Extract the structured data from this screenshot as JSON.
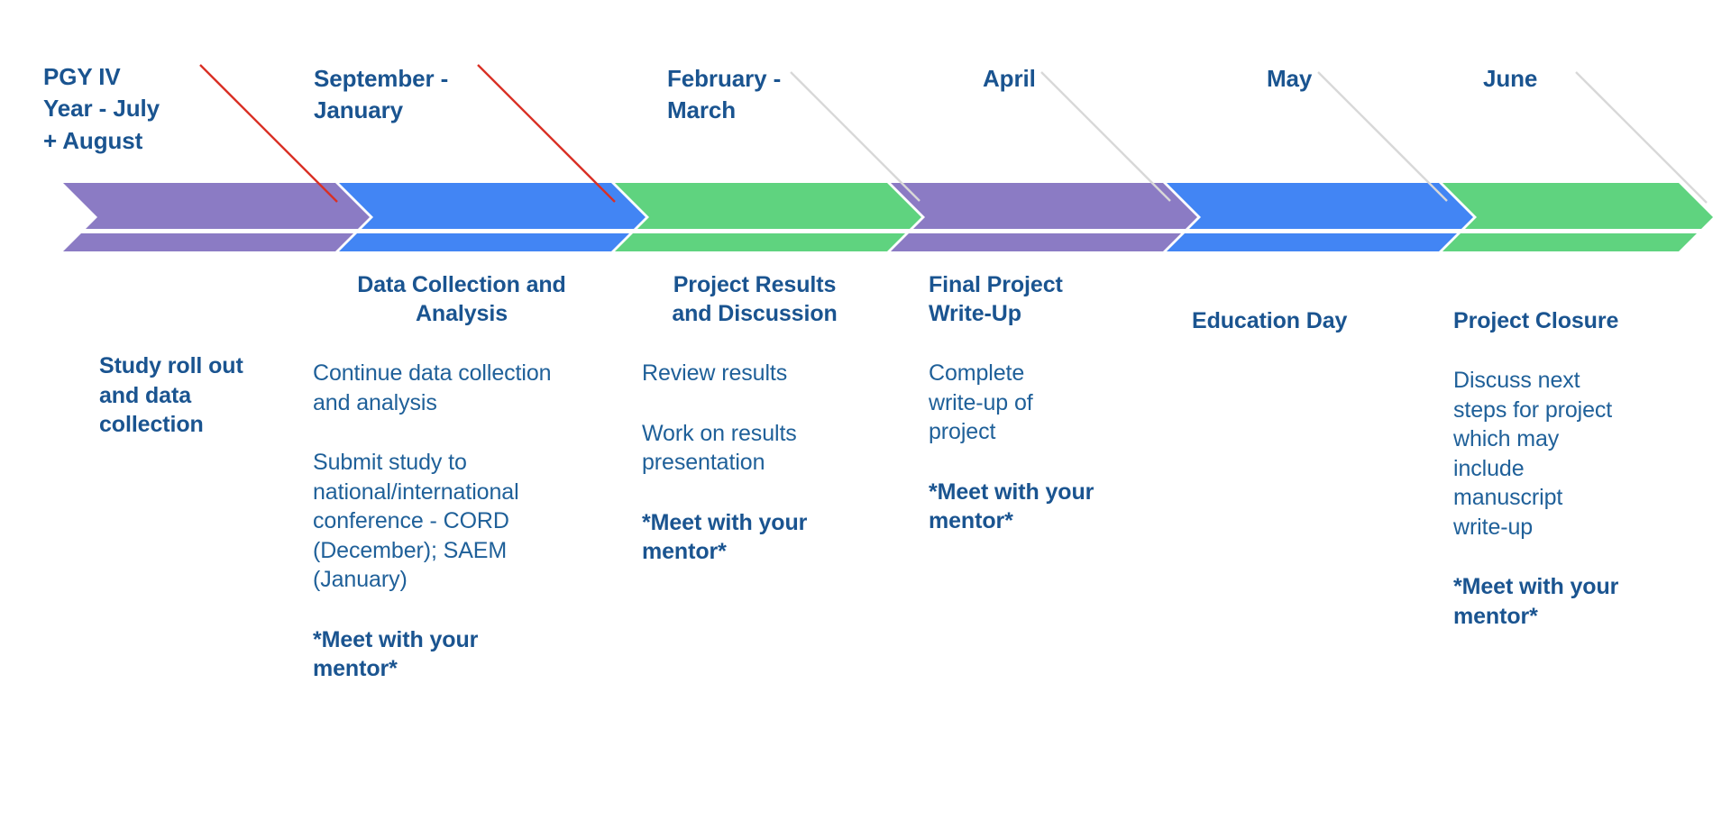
{
  "title": "PGY IV Research Timeline",
  "palette": {
    "purple": "#8b7bc4",
    "blue": "#4285f4",
    "green": "#5fd37f",
    "heading_blue": "#1a5490",
    "body_blue": "#1f6099",
    "connector_red": "#d93025",
    "connector_gray": "#d8d8d8",
    "background": "#ffffff"
  },
  "timeline": {
    "band_segments": [
      {
        "name": "segment-july-august",
        "color_key": "purple"
      },
      {
        "name": "segment-september-january",
        "color_key": "blue"
      },
      {
        "name": "segment-february-march",
        "color_key": "green"
      },
      {
        "name": "segment-april",
        "color_key": "purple"
      },
      {
        "name": "segment-may",
        "color_key": "blue"
      },
      {
        "name": "segment-june",
        "color_key": "green"
      }
    ],
    "connectors": [
      {
        "name": "connector-1",
        "color_key": "connector_red"
      },
      {
        "name": "connector-2",
        "color_key": "connector_red"
      },
      {
        "name": "connector-3",
        "color_key": "connector_gray"
      },
      {
        "name": "connector-4",
        "color_key": "connector_gray"
      },
      {
        "name": "connector-5",
        "color_key": "connector_gray"
      },
      {
        "name": "connector-6",
        "color_key": "connector_gray"
      }
    ]
  },
  "columns": [
    {
      "id": "july-august",
      "period": "PGY IV\nYear - July\n+ August",
      "heading": "",
      "blocks": [
        {
          "text": "Study roll out\nand data\ncollection",
          "bold": true
        }
      ]
    },
    {
      "id": "september-january",
      "period": "September -\nJanuary",
      "heading": "Data  Collection and\nAnalysis",
      "blocks": [
        {
          "text": "Continue data collection\nand analysis",
          "bold": false
        },
        {
          "text": "Submit study to\nnational/international\nconference - CORD\n(December); SAEM\n(January)",
          "bold": false
        },
        {
          "text": " *Meet with your\nmentor*",
          "bold": true
        }
      ]
    },
    {
      "id": "february-march",
      "period": "February -\nMarch",
      "heading": "Project Results\nand Discussion",
      "blocks": [
        {
          "text": "Review results",
          "bold": false
        },
        {
          "text": "Work on results\npresentation",
          "bold": false
        },
        {
          "text": " *Meet with your\nmentor*",
          "bold": true
        }
      ]
    },
    {
      "id": "april",
      "period": "April",
      "heading": "Final Project\nWrite-Up",
      "blocks": [
        {
          "text": "Complete\nwrite-up of\nproject",
          "bold": false
        },
        {
          "text": " *Meet with your\nmentor*",
          "bold": true
        }
      ]
    },
    {
      "id": "may",
      "period": "May",
      "heading": "Education Day",
      "blocks": []
    },
    {
      "id": "june",
      "period": "June",
      "heading": "Project Closure",
      "blocks": [
        {
          "text": "Discuss next\nsteps for project\nwhich may\ninclude\nmanuscript\nwrite-up",
          "bold": false
        },
        {
          "text": " *Meet with your\nmentor*",
          "bold": true
        }
      ]
    }
  ]
}
